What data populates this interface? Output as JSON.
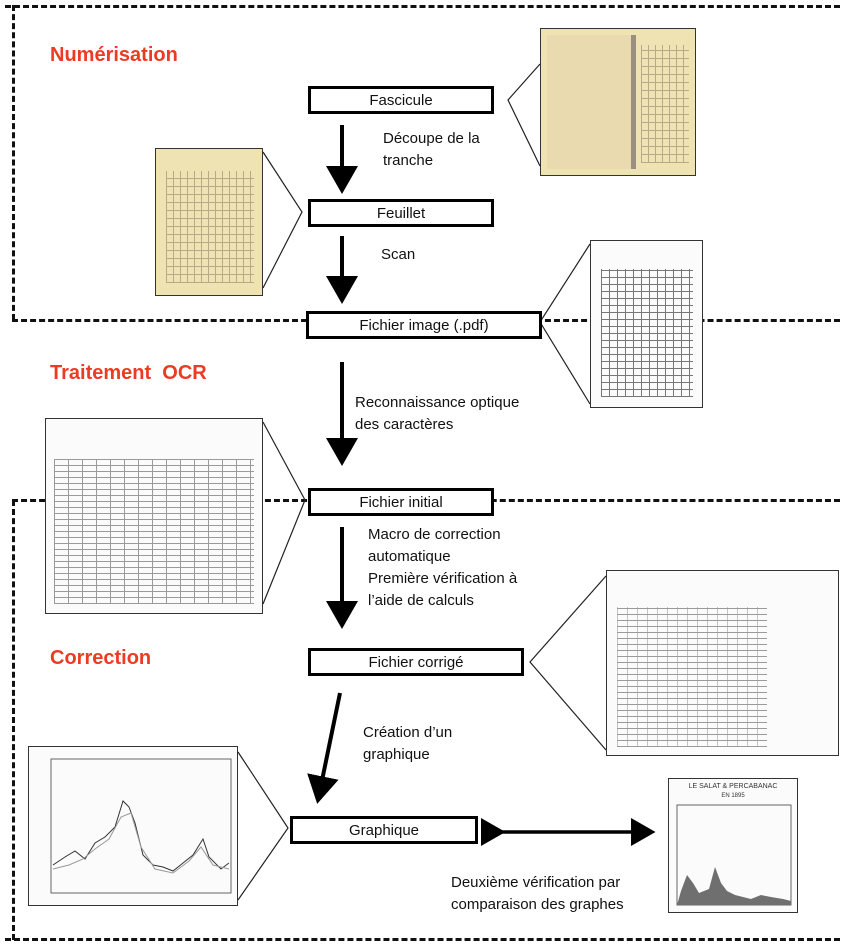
{
  "sections": {
    "numerisation": "Numérisation",
    "ocr": "Traitement  OCR",
    "correction": "Correction"
  },
  "boxes": {
    "fascicule": "Fascicule",
    "feuillet": "Feuillet",
    "fichier_image": "Fichier image (.pdf)",
    "fichier_initial": "Fichier initial",
    "fichier_corrige": "Fichier corrigé",
    "graphique": "Graphique"
  },
  "steps": {
    "decoupe": [
      "Découpe de la",
      "tranche"
    ],
    "scan": "Scan",
    "reconnaissance": [
      "Reconnaissance optique",
      "des caractères"
    ],
    "macro": [
      "Macro de correction",
      "automatique",
      "Première vérification à",
      "l’aide de calculs"
    ],
    "creation": [
      "Création d’un",
      "graphique"
    ],
    "deuxieme": [
      "Deuxième vérification par",
      "comparaison des graphes"
    ]
  },
  "thumbnail_titles": {
    "graph_original": [
      "LE SALAT & PERCABANAC",
      "EN 1895"
    ]
  }
}
